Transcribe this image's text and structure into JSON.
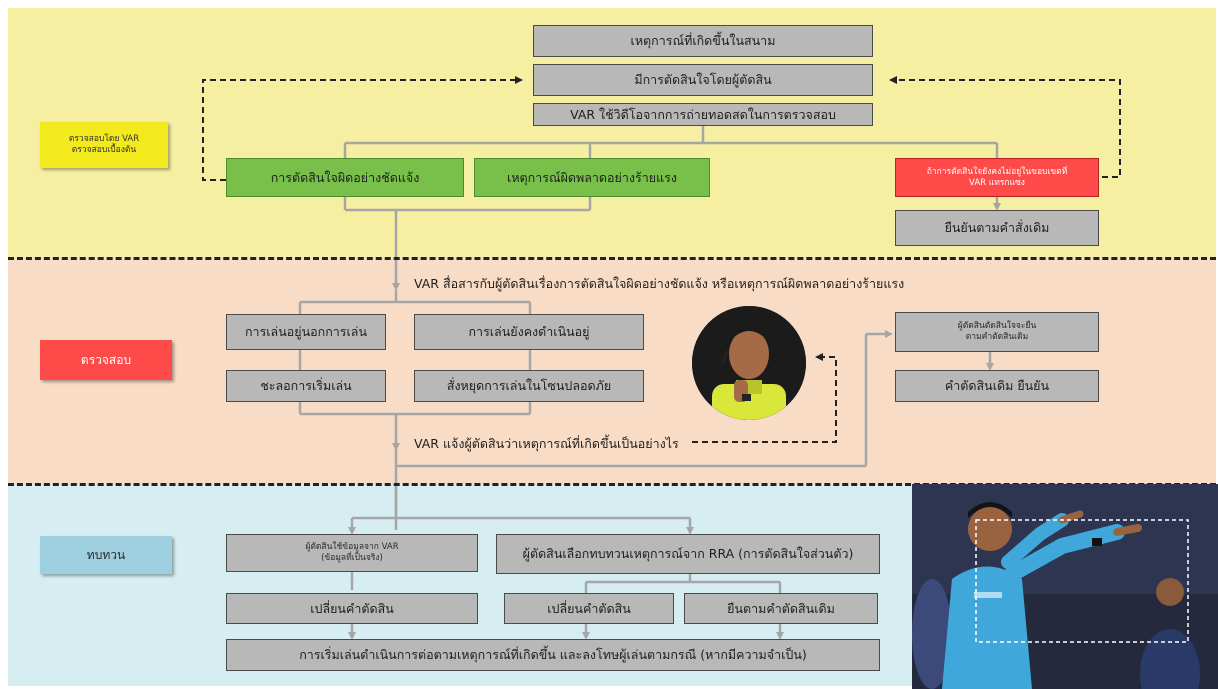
{
  "zones": {
    "initial_check": "ตรวจสอบโดย VAR\nตรวจสอบเบื้องต้น",
    "check": "ตรวจสอบ",
    "review": "ทบทวน"
  },
  "top": {
    "incident": "เหตุการณ์ที่เกิดขึ้นในสนาม",
    "referee_decision": "มีการตัดสินใจโดยผู้ตัดสิน",
    "var_broadcast": "VAR ใช้วิดีโอจากการถ่ายทอดสดในการตรวจสอบ",
    "clear_error": "การตัดสินใจผิดอย่างชัดแจ้ง",
    "serious_incident": "เหตุการณ์ผิดพลาดอย่างร้ายแรง",
    "no_intervention": "ถ้าการตัดสินใจยังคงไม่อยู่ในขอบเขตที่\nVAR แทรกแซง",
    "confirm_original": "ยืนยันตามคำสั่งเดิม"
  },
  "middle": {
    "var_communicates": "VAR สื่อสารกับผู้ตัดสินเรื่องการตัดสินใจผิดอย่างชัดแจ้ง หรือเหตุการณ์ผิดพลาดอย่างร้ายแรง",
    "out_of_play": "การเล่นอยู่นอกการเล่น",
    "still_playing": "การเล่นยังคงดำเนินอยู่",
    "delay_restart": "ชะลอการเริ่มเล่น",
    "stop_safe_zone": "สั่งหยุดการเล่นในโซนปลอดภัย",
    "var_informs": "VAR แจ้งผู้ตัดสินว่าเหตุการณ์ที่เกิดขึ้นเป็นอย่างไร",
    "referee_may_keep": "ผู้ตัดสินตัดสินใจจะยืน\nตามคำตัดสินเดิม",
    "original_confirmed": "คำตัดสินเดิม ยืนยัน"
  },
  "bottom": {
    "use_var_info": "ผู้ตัดสินใช้ข้อมูลจาก VAR\n(ข้อมูลที่เป็นจริง)",
    "review_rra": "ผู้ตัดสินเลือกทบทวนเหตุการณ์จาก RRA (การตัดสินใจส่วนตัว)",
    "change_decision_1": "เปลี่ยนคำตัดสิน",
    "change_decision_2": "เปลี่ยนคำตัดสิน",
    "keep_decision": "ยืนตามคำตัดสินเดิม",
    "restart": "การเริ่มเล่นดำเนินการต่อตามเหตุการณ์ที่เกิดขึ้น และลงโทษผู้เล่นตามกรณี (หากมีความจำเป็น)"
  },
  "colors": {
    "band_yellow": "#f6efa1",
    "band_peach": "#f8dcc6",
    "band_blue": "#d6eef2",
    "box_gray": "#b8b8b8",
    "box_green": "#79c04a",
    "box_red": "#ff4a4a",
    "connector": "#a6a6a6"
  }
}
